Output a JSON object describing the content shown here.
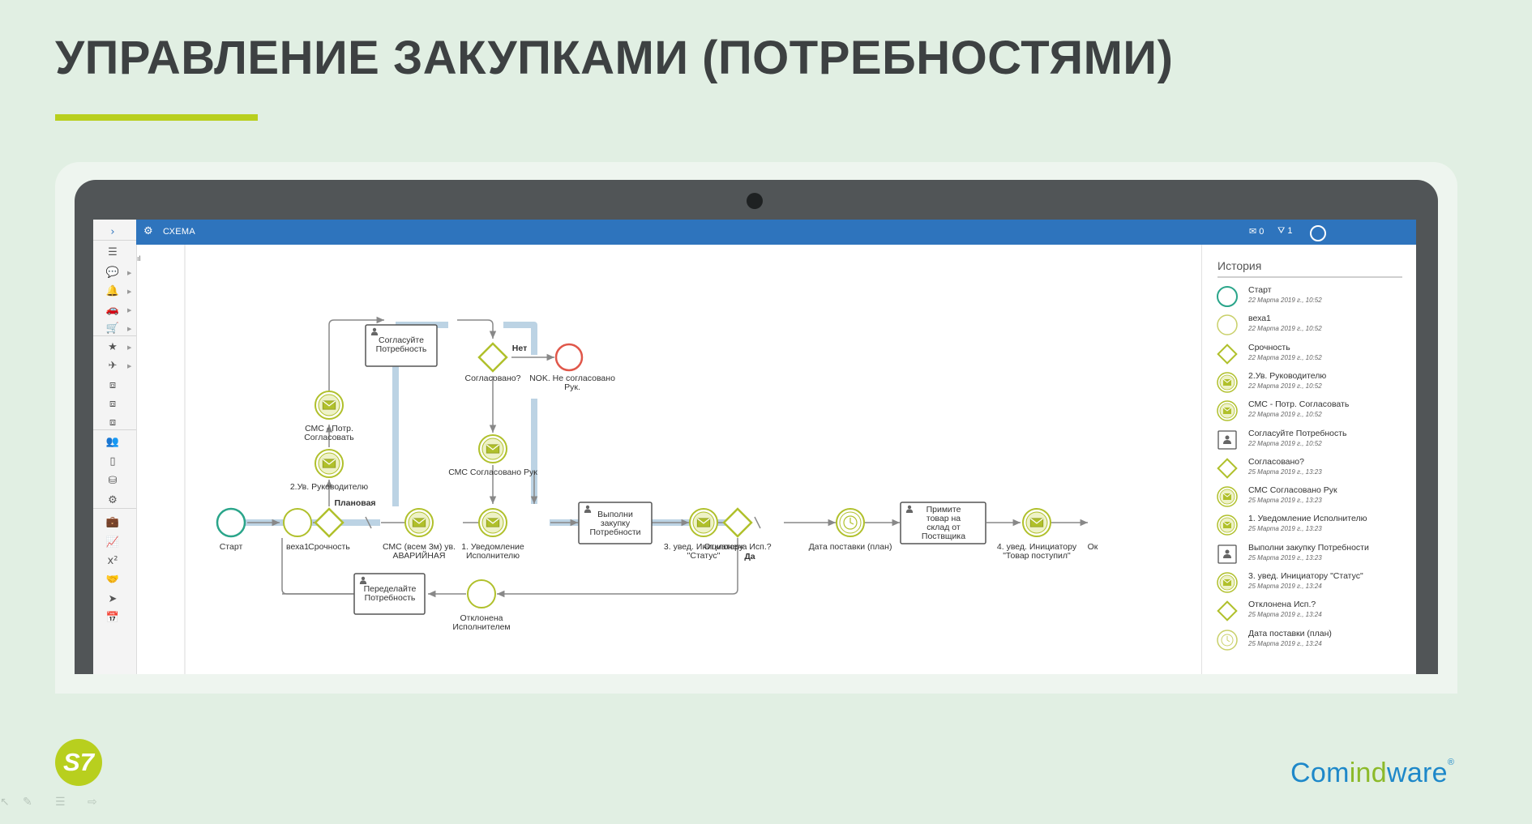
{
  "slide": {
    "title": "УПРАВЛЕНИЕ ЗАКУПКАМИ (ПОТРЕБНОСТЯМИ)",
    "colors": {
      "accent": "#b8cf1e",
      "title": "#3d4142",
      "background": "#e1efe3"
    }
  },
  "app": {
    "topbar": {
      "title": "СХЕМА",
      "mail_count": "0",
      "filter_count": "1",
      "color": "#2e74bd"
    },
    "sidebar": [
      {
        "icon": "chevron-right-icon",
        "glyph": "›"
      },
      {
        "icon": "list-icon",
        "glyph": "☰"
      },
      {
        "icon": "chat-icon",
        "glyph": "💬",
        "sub": true
      },
      {
        "icon": "bell-icon",
        "glyph": "🔔",
        "sub": true
      },
      {
        "icon": "car-icon",
        "glyph": "🚗",
        "sub": true
      },
      {
        "icon": "cart-icon",
        "glyph": "🛒",
        "sub": true
      },
      {
        "icon": "star-icon",
        "glyph": "★",
        "sub": true
      },
      {
        "icon": "plane-icon",
        "glyph": "✈",
        "sub": true
      },
      {
        "icon": "frame-icon",
        "glyph": "⧈"
      },
      {
        "icon": "frame-icon",
        "glyph": "⧈"
      },
      {
        "icon": "frame-icon",
        "glyph": "⧈"
      },
      {
        "icon": "users-icon",
        "glyph": "👥"
      },
      {
        "icon": "tablet-icon",
        "glyph": "▯"
      },
      {
        "icon": "database-icon",
        "glyph": "⛁"
      },
      {
        "icon": "cogs-icon",
        "glyph": "⚙"
      },
      {
        "icon": "briefcase-icon",
        "glyph": "💼"
      },
      {
        "icon": "chart-icon",
        "glyph": "📈"
      },
      {
        "icon": "formula-icon",
        "glyph": "x²"
      },
      {
        "icon": "handshake-icon",
        "glyph": "🤝"
      },
      {
        "icon": "send-icon",
        "glyph": "➤"
      },
      {
        "icon": "calendar-icon",
        "glyph": "📅"
      }
    ]
  },
  "diagram": {
    "nodes": {
      "start": "Старт",
      "veha1": "веха1",
      "urgency": "Срочность",
      "planned": "Плановая",
      "sms_emergency_1": "СМС (всем 3м) ув.",
      "sms_emergency_2": "АВАРИЙНАЯ",
      "notify_executor_1": "1. Уведомление",
      "notify_executor_2": "Исполнителю",
      "do_purchase_1": "Выполни",
      "do_purchase_2": "закупку",
      "do_purchase_3": "Потребности",
      "notify_status_1": "3. увед. Инициатору",
      "notify_status_2": "\"Статус\"",
      "rejected_exec": "Отклонена Исп.?",
      "yes_label": "Да",
      "delivery_date": "Дата поставки (план)",
      "accept_goods_1": "Примите",
      "accept_goods_2": "товар на",
      "accept_goods_3": "склад от",
      "accept_goods_4": "Поствщика",
      "notify_arrived_1": "4. увед. Инициатору",
      "notify_arrived_2": "\"Товар поступил\"",
      "cut_label": "Ок",
      "notify_manager": "2.Ув. Руководителю",
      "sms_approve_1": "СМС - Потр.",
      "sms_approve_2": "Согласовать",
      "approve_need_1": "Согласуйте",
      "approve_need_2": "Потребность",
      "approved_q": "Согласовано?",
      "no_label": "Нет",
      "nok_1": "NOK. Не согласовано",
      "nok_2": "Рук.",
      "sms_approved": "СМС Согласовано Рук",
      "redo_need_1": "Переделайте",
      "redo_need_2": "Потребность",
      "rejected_by_1": "Отклонена",
      "rejected_by_2": "Исполнителем"
    },
    "colors": {
      "event": "#b0c02b",
      "start": "#2aa58a",
      "end": "#e0574a",
      "highlight": "#bcd3e4"
    }
  },
  "history": {
    "title": "История",
    "items": [
      {
        "type": "start",
        "name": "Старт",
        "date": "22 Марта 2019 г., 10:52"
      },
      {
        "type": "circle",
        "name": "веха1",
        "date": "22 Марта 2019 г., 10:52"
      },
      {
        "type": "gateway",
        "name": "Срочность",
        "date": "22 Марта 2019 г., 10:52"
      },
      {
        "type": "mail",
        "name": "2.Ув. Руководителю",
        "date": "22 Марта 2019 г., 10:52"
      },
      {
        "type": "mail",
        "name": "СМС - Потр. Согласовать",
        "date": "22 Марта 2019 г., 10:52"
      },
      {
        "type": "task",
        "name": "Согласуйте Потребность",
        "date": "22 Марта 2019 г., 10:52"
      },
      {
        "type": "gateway",
        "name": "Согласовано?",
        "date": "25 Марта 2019 г., 13:23"
      },
      {
        "type": "mail",
        "name": "СМС Согласовано Рук",
        "date": "25 Марта 2019 г., 13:23"
      },
      {
        "type": "mail",
        "name": "1. Уведомление Исполнителю",
        "date": "25 Марта 2019 г., 13:23"
      },
      {
        "type": "task",
        "name": "Выполни закупку Потребности",
        "date": "25 Марта 2019 г., 13:23"
      },
      {
        "type": "mail",
        "name": "3. увед. Инициатору \"Статус\"",
        "date": "25 Марта 2019 г., 13:24"
      },
      {
        "type": "gateway",
        "name": "Отклонена Исп.?",
        "date": "25 Марта 2019 г., 13:24"
      },
      {
        "type": "timer",
        "name": "Дата поставки (план)",
        "date": "25 Марта 2019 г., 13:24"
      }
    ]
  },
  "brand": {
    "s7": "S7",
    "comindware_a": "Com",
    "comindware_b": "ind",
    "comindware_c": "ware",
    "reg": "®"
  }
}
